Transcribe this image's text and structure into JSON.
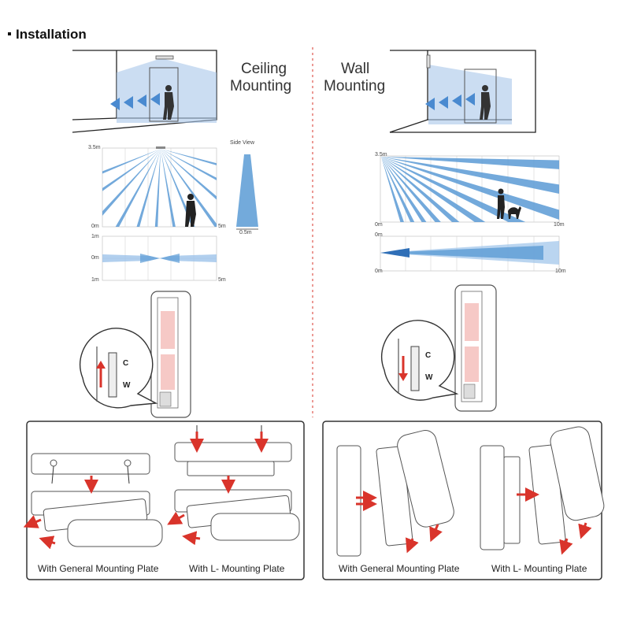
{
  "header": {
    "title": "Installation"
  },
  "ceiling": {
    "title_line1": "Ceiling",
    "title_line2": "Mounting",
    "detection_chart": {
      "top_label": "3.5m",
      "bottom_label": "0m",
      "right_label": "5m"
    },
    "side_view": {
      "title": "Side View",
      "width_label": "0.5m"
    },
    "top_chart": {
      "upper_label": "1m",
      "mid_label": "0m",
      "lower_label": "1m",
      "right_label": "5m"
    },
    "install_steps": [
      {
        "caption": "With General Mounting Plate"
      },
      {
        "caption": "With L- Mounting Plate"
      }
    ]
  },
  "wall": {
    "title_line1": "Wall",
    "title_line2": "Mounting",
    "detection_chart": {
      "top_label": "3.5m",
      "bottom_label": "0m",
      "right_label": "10m"
    },
    "top_chart": {
      "upper_label": "0m",
      "lower_label": "0m",
      "right_label": "10m"
    },
    "install_steps": [
      {
        "caption": "With General Mounting Plate"
      },
      {
        "caption": "With L- Mounting Plate"
      }
    ]
  },
  "switch_labels": {
    "upper": "C",
    "lower": "W"
  },
  "colors": {
    "accent_red": "#d9342b",
    "beam_blue": "#5b9bd5",
    "room_blue": "#a9c6ea",
    "line": "#333333"
  }
}
